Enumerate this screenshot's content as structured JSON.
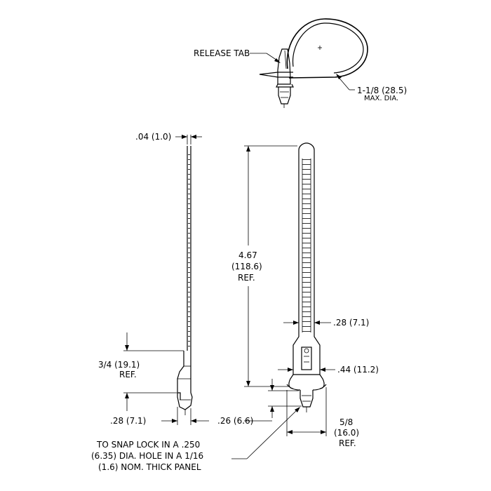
{
  "labels": {
    "release_tab": "RELEASE TAB",
    "max_dia_1": "1-1/8 (28.5)",
    "max_dia_2": "MAX. DIA.",
    "thickness": ".04 (1.0)",
    "length_1": "4.67",
    "length_2": "(118.6)",
    "length_3": "REF.",
    "head_height_1": "3/4 (19.1)",
    "head_height_2": "REF.",
    "strap_width": ".28 (7.1)",
    "head_width": ".44 (11.2)",
    "side_base_width": ".28 (7.1)",
    "side_base_depth": ".26 (6.6)",
    "base_width_1": "5/8",
    "base_width_2": "(16.0)",
    "base_width_3": "REF.",
    "note_1": "TO SNAP LOCK IN A .250",
    "note_2": "(6.35) DIA. HOLE IN A 1/16",
    "note_3": "(1.6) NOM. THICK PANEL"
  }
}
